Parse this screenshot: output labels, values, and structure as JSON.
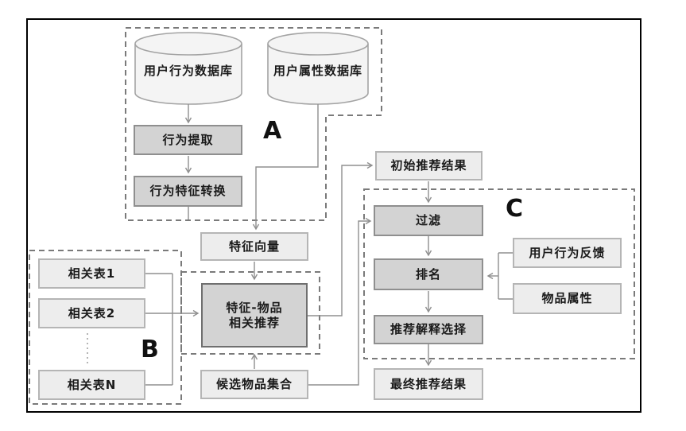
{
  "groups": {
    "a": "A",
    "b": "B",
    "c": "C"
  },
  "nodes": {
    "db_user_behavior": {
      "label": "用户行为数据库"
    },
    "db_user_attributes": {
      "label": "用户属性数据库"
    },
    "behavior_extraction": {
      "label": "行为提取"
    },
    "behavior_feature_conversion": {
      "label": "行为特征转换"
    },
    "feature_vector": {
      "label": "特征向量"
    },
    "related_table_1": {
      "label": "相关表1"
    },
    "related_table_2": {
      "label": "相关表2"
    },
    "related_table_n": {
      "label": "相关表N"
    },
    "feature_item_recommendation": {
      "label": "特征-物品相关推荐",
      "line1": "特征-物品",
      "line2": "相关推荐"
    },
    "initial_results": {
      "label": "初始推荐结果"
    },
    "filter": {
      "label": "过滤"
    },
    "ranking": {
      "label": "排名"
    },
    "explanation_selection": {
      "label": "推荐解释选择"
    },
    "final_results": {
      "label": "最终推荐结果"
    },
    "user_behavior_feedback": {
      "label": "用户行为反馈"
    },
    "item_attributes": {
      "label": "物品属性"
    },
    "candidate_item_set": {
      "label": "候选物品集合"
    }
  },
  "edges": [
    {
      "from": "db_user_behavior",
      "to": "behavior_extraction",
      "arrow": true
    },
    {
      "from": "behavior_extraction",
      "to": "behavior_feature_conversion",
      "arrow": true
    },
    {
      "from": "behavior_feature_conversion",
      "to": "group_a_border",
      "arrow": false
    },
    {
      "from": "db_user_attributes",
      "to": "feature_vector",
      "arrow": true
    },
    {
      "from": "feature_vector",
      "to": "feature_item_recommendation",
      "arrow": true
    },
    {
      "from": "related_table_1",
      "to": "feature_item_recommendation",
      "arrow": true
    },
    {
      "from": "related_table_2",
      "to": "feature_item_recommendation",
      "arrow": true
    },
    {
      "from": "related_table_n",
      "to": "feature_item_recommendation",
      "arrow": true
    },
    {
      "from": "candidate_item_set",
      "to": "feature_item_recommendation",
      "arrow": true
    },
    {
      "from": "feature_item_recommendation",
      "to": "initial_results",
      "arrow": true
    },
    {
      "from": "candidate_item_set",
      "to": "filter",
      "arrow": true
    },
    {
      "from": "initial_results",
      "to": "filter",
      "arrow": true
    },
    {
      "from": "filter",
      "to": "ranking",
      "arrow": true
    },
    {
      "from": "user_behavior_feedback",
      "to": "ranking",
      "arrow": true
    },
    {
      "from": "item_attributes",
      "to": "ranking",
      "arrow": true
    },
    {
      "from": "ranking",
      "to": "explanation_selection",
      "arrow": true
    },
    {
      "from": "explanation_selection",
      "to": "final_results",
      "arrow": true
    }
  ],
  "colors": {
    "process_fill": "#d3d3d3",
    "process_border": "#8f8f8f",
    "data_fill": "#ededed",
    "data_border": "#b5b5b5",
    "bigbox_border": "#6f6f6f",
    "cylinder_fill": "#f4f4f4",
    "cylinder_stroke": "#a3a3a3",
    "dashed_group": "#7a7a7a",
    "connector": "#8f8f8f",
    "frame": "#000000"
  }
}
